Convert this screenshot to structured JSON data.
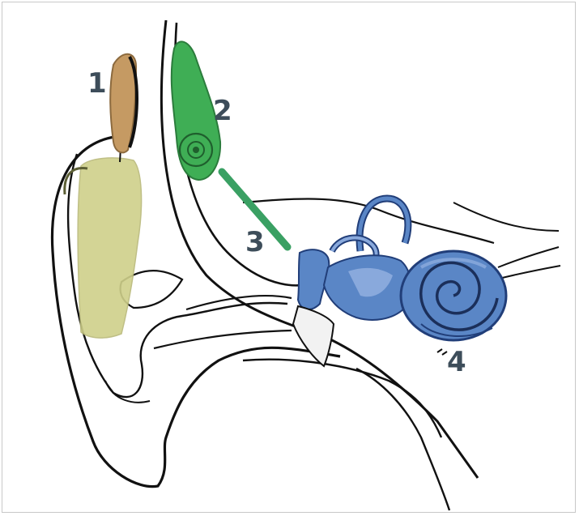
{
  "labels": {
    "one": "1",
    "two": "2",
    "three": "3",
    "four": "4"
  },
  "colors": {
    "label": "#3d4d5a",
    "outline": "#111111",
    "processor": "#cfd08a",
    "processor_dark": "#b9b979",
    "coil": "#c59a63",
    "coil_dark": "#8c6a3e",
    "receiver": "#3fae55",
    "receiver_dark": "#2b7c3c",
    "electrode_lead": "#3aa063",
    "cochlea": "#5a86c6",
    "cochlea_light": "#89a9dc",
    "cochlea_dark": "#213e79",
    "skin_hint": "#b9c89c",
    "red_hint": "#d26a6a"
  }
}
